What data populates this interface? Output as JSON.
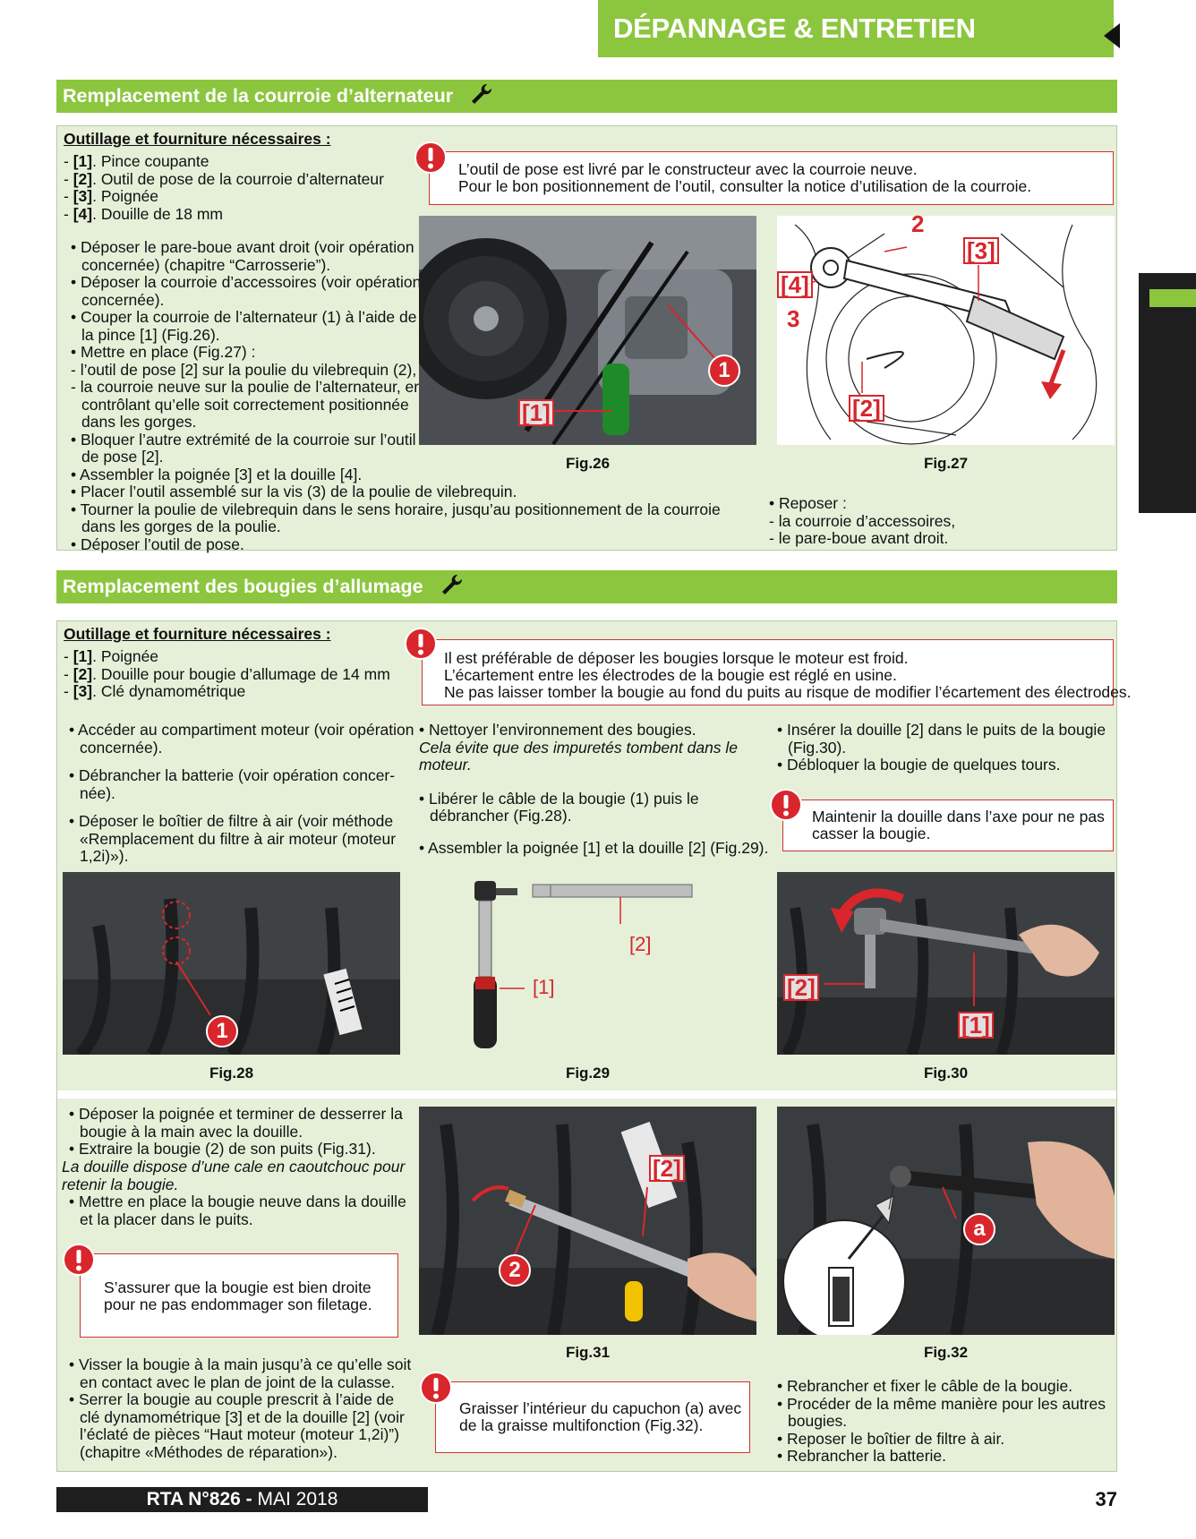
{
  "header": {
    "title": "DÉPANNAGE & ENTRETIEN COURANT"
  },
  "section1": {
    "title": "Remplacement de la courroie d’alternateur",
    "tools_heading": "Outillage et fourniture nécessaires :",
    "tools": [
      {
        "ref": "[1]",
        "text": ". Pince coupante"
      },
      {
        "ref": "[2]",
        "text": ". Outil de pose de la courroie d’alternateur"
      },
      {
        "ref": "[3]",
        "text": ". Poignée"
      },
      {
        "ref": "[4]",
        "text": ". Douille de 18 mm"
      }
    ],
    "steps": [
      "• Déposer le pare-boue avant droit (voir opération",
      "  concernée) (chapitre “Carrosserie”).",
      "• Déposer la courroie d’accessoires (voir opération",
      "  concernée).",
      "• Couper la courroie de l’alternateur (1) à l’aide de",
      "  la pince [1] (Fig.26).",
      "• Mettre en place (Fig.27) :",
      "- l’outil de pose [2] sur la poulie du vilebrequin (2),",
      "- la courroie neuve sur la poulie de l’alternateur, en",
      "  contrôlant qu’elle soit correctement positionnée",
      "  dans les gorges.",
      "• Bloquer l’autre extrémité de la courroie sur l’outil",
      "  de pose [2].",
      "• Assembler la poignée [3] et la douille [4].",
      "• Placer l’outil assemblé sur la vis (3) de la poulie de vilebrequin.",
      "• Tourner la poulie de vilebrequin dans le sens horaire, jusqu’au positionnement de la courroie",
      "  dans les gorges de la poulie.",
      "• Déposer l’outil de pose."
    ],
    "warning": [
      "L’outil de pose est livré par le constructeur avec la courroie neuve.",
      "Pour le bon positionnement de l’outil, consulter la notice d’utilisation de la courroie."
    ],
    "fig26": {
      "caption": "Fig.26",
      "label_tool": "[1]",
      "label_part": "1"
    },
    "fig27": {
      "caption": "Fig.27",
      "labels": {
        "a": "2",
        "b": "[3]",
        "c": "[4]",
        "d": "3",
        "e": "[2]"
      }
    },
    "repose": [
      "• Reposer :",
      "- la courroie d’accessoires,",
      "- le pare-boue avant droit."
    ]
  },
  "section2": {
    "title": "Remplacement des bougies d’allumage",
    "tools_heading": "Outillage et fourniture nécessaires :",
    "tools": [
      {
        "ref": "[1]",
        "text": ". Poignée"
      },
      {
        "ref": "[2]",
        "text": ". Douille pour bougie d’allumage de 14 mm"
      },
      {
        "ref": "[3]",
        "text": ". Clé dynamométrique"
      }
    ],
    "warning_main": [
      "Il est préférable de déposer les bougies lorsque le moteur est froid.",
      "L’écartement entre les électrodes de la bougie est réglé en usine.",
      "Ne pas laisser tomber la bougie au fond du puits au risque de modifier l’écartement des électrodes."
    ],
    "col1": [
      "• Accéder au compartiment moteur (voir opération",
      "  concernée).",
      "• Débrancher la batterie (voir opération concer-",
      "  née).",
      "• Déposer le boîtier de filtre à air (voir méthode",
      "  «Remplacement du filtre à air moteur (moteur",
      "  1,2i)»)."
    ],
    "col2": {
      "line1": "• Nettoyer l’environnement des bougies.",
      "italic": [
        "Cela évite que des impuretés tombent dans le",
        "moteur."
      ],
      "line2": [
        "• Libérer le câble de la bougie (1) puis le",
        "  débrancher (Fig.28)."
      ],
      "line3": "• Assembler la poignée [1] et la douille [2] (Fig.29)."
    },
    "col3": [
      "• Insérer la douille [2] dans le puits de la bougie",
      "  (Fig.30).",
      "• Débloquer la bougie de quelques tours."
    ],
    "warning_socket": [
      "Maintenir la douille dans l’axe pour ne pas",
      "casser la bougie."
    ],
    "fig28": {
      "caption": "Fig.28",
      "label": "1"
    },
    "fig29": {
      "caption": "Fig.29",
      "label_handle": "[1]",
      "label_socket": "[2]"
    },
    "fig30": {
      "caption": "Fig.30",
      "label_socket": "[2]",
      "label_handle": "[1]"
    },
    "col1b": [
      "• Déposer la poignée et terminer de desserrer la",
      "  bougie à la main avec la douille.",
      "• Extraire la bougie (2) de son puits (Fig.31)."
    ],
    "col1b_italic": [
      "La douille dispose d’une cale en caoutchouc pour",
      "retenir la bougie."
    ],
    "col1c": [
      "• Mettre en place la bougie neuve dans la douille",
      "  et la placer dans le puits."
    ],
    "warning_straight": [
      "S’assurer que la bougie est bien droite",
      "pour ne pas endommager son filetage."
    ],
    "col1d": [
      "• Visser la bougie à la main jusqu’à ce qu’elle soit",
      "  en contact avec le plan de joint de la culasse.",
      "• Serrer la bougie au couple prescrit à l’aide de",
      "  clé dynamométrique [3] et de la douille [2] (voir",
      "  l’éclaté de pièces “Haut moteur (moteur 1,2i)”)",
      "  (chapitre «Méthodes de réparation»)."
    ],
    "fig31": {
      "caption": "Fig.31",
      "label_socket": "[2]",
      "label_plug": "2"
    },
    "fig32": {
      "caption": "Fig.32",
      "label": "a"
    },
    "warning_grease": [
      "Graisser l’intérieur du capuchon (a) avec",
      "de la graisse multifonction (Fig.32)."
    ],
    "final": [
      "• Rebrancher et fixer le câble de la bougie.",
      "• Procéder de la même manière pour les autres",
      "  bougies.",
      "• Reposer le boîtier de filtre à air.",
      "• Rebrancher la batterie."
    ]
  },
  "footer": {
    "magazine": "RTA N°826 -",
    "date": " MAI 2018",
    "page": "37"
  },
  "colors": {
    "accent_green": "#8cc63f",
    "panel_bg": "#e6f0d9",
    "warning_red": "#d8262c",
    "dark": "#1e1e1e"
  }
}
